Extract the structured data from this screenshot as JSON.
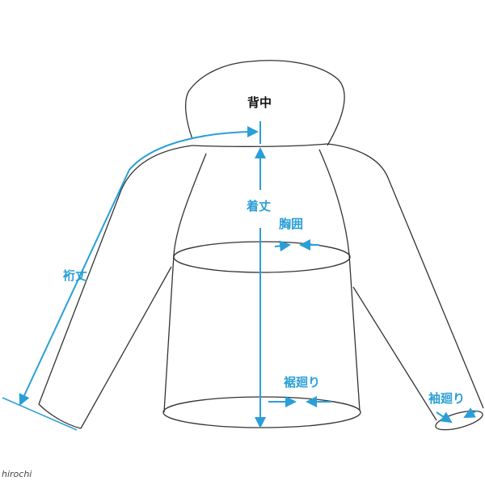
{
  "colors": {
    "outline": "#333333",
    "accent": "#2a9fd6"
  },
  "labels": {
    "back": "背中",
    "length": "着丈",
    "chest": "胸囲",
    "sleeve_length": "裄丈",
    "hem": "裾廻り",
    "cuff": "袖廻り"
  },
  "watermark": "hirochi"
}
